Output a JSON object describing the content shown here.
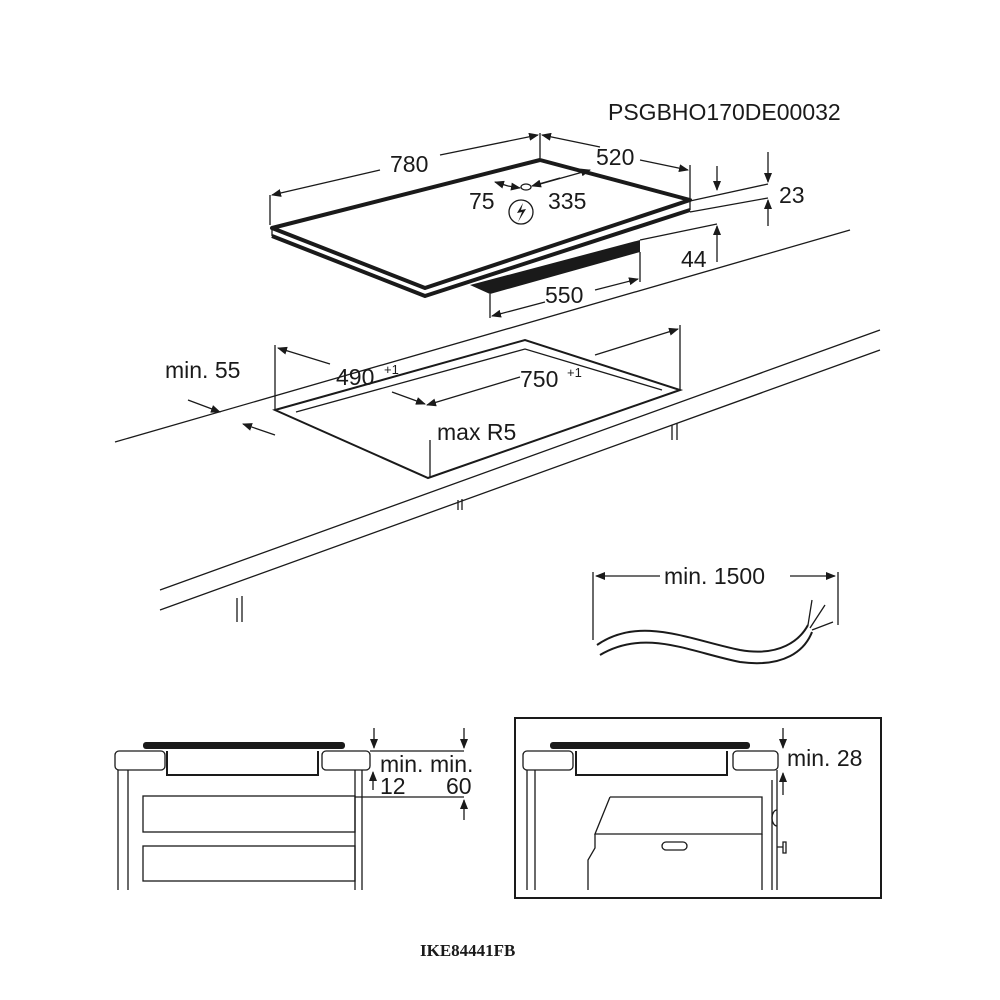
{
  "diagram": {
    "code_top": "PSGBHO170DE00032",
    "code_bottom": "IKE84441FB",
    "hob_dimensions": {
      "width": "780",
      "depth": "520",
      "connection_left": "75",
      "connection_right": "335",
      "thickness_top": "23",
      "thickness_total": "44",
      "base_depth": "550"
    },
    "cutout": {
      "depth": "490",
      "depth_tol": "+1",
      "width": "750",
      "width_tol": "+1",
      "radius": "max R5",
      "edge_distance": "min. 55"
    },
    "cable": {
      "length": "min. 1500"
    },
    "drawer_clearance": {
      "label_a": "min.",
      "value_a": "12",
      "label_b": "min.",
      "value_b": "60"
    },
    "oven_clearance": {
      "label": "min. 28"
    },
    "icons": [
      "electric-hazard-icon"
    ]
  }
}
